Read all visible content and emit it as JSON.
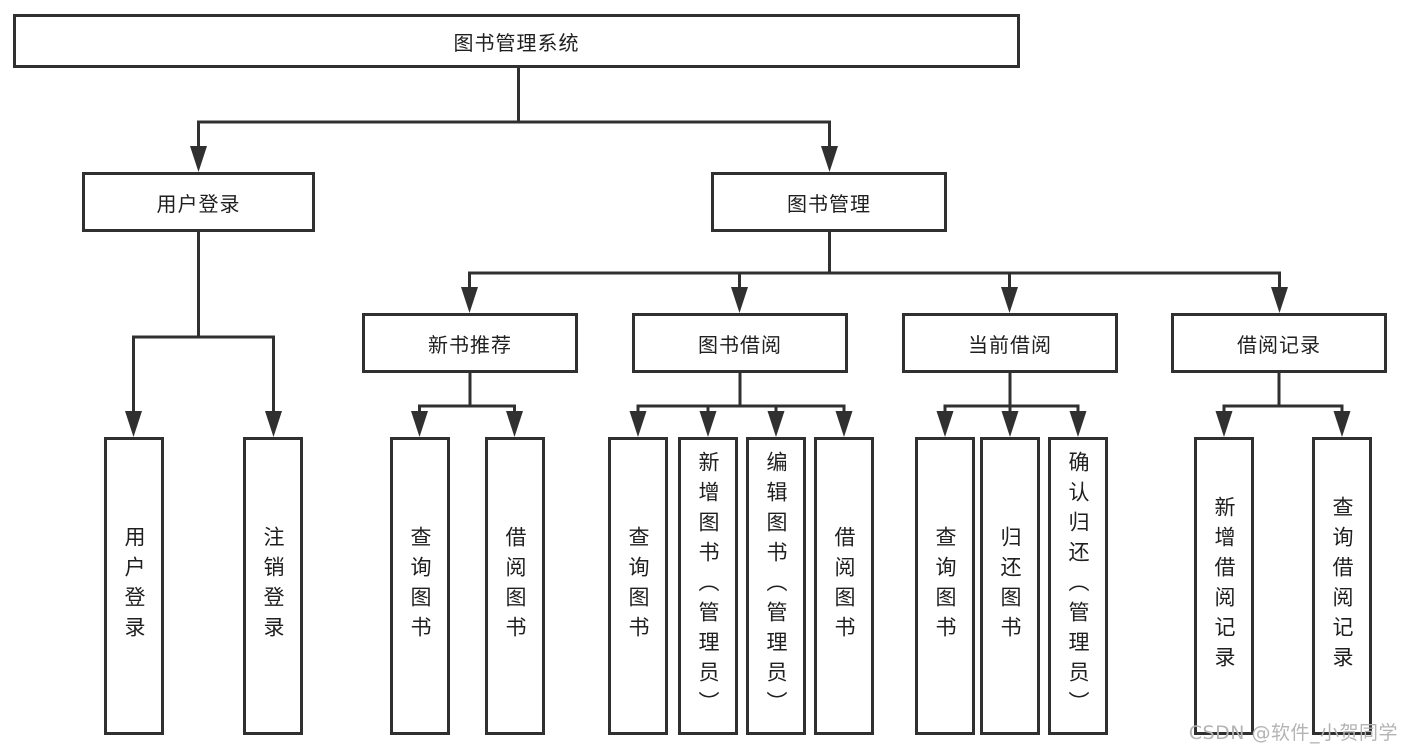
{
  "colors": {
    "line": "#303030",
    "box_border": "#303030",
    "text": "#1f1f1f",
    "background": "#ffffff",
    "watermark": "#b4b4b4"
  },
  "diagram": {
    "root": {
      "label": "图书管理系统"
    },
    "branches": [
      {
        "label": "用户登录",
        "children": [
          {
            "label": "用户登录"
          },
          {
            "label": "注销登录"
          }
        ]
      },
      {
        "label": "图书管理",
        "children": [
          {
            "label": "新书推荐",
            "children": [
              {
                "label": "查询图书"
              },
              {
                "label": "借阅图书"
              }
            ]
          },
          {
            "label": "图书借阅",
            "children": [
              {
                "label": "查询图书"
              },
              {
                "label": "新增图书（管理员）"
              },
              {
                "label": "编辑图书（管理员）"
              },
              {
                "label": "借阅图书"
              }
            ]
          },
          {
            "label": "当前借阅",
            "children": [
              {
                "label": "查询图书"
              },
              {
                "label": "归还图书"
              },
              {
                "label": "确认归还（管理员）"
              }
            ]
          },
          {
            "label": "借阅记录",
            "children": [
              {
                "label": "新增借阅记录"
              },
              {
                "label": "查询借阅记录"
              }
            ]
          }
        ]
      }
    ]
  },
  "watermark": {
    "label": "CSDN @软件_小贺同学"
  }
}
